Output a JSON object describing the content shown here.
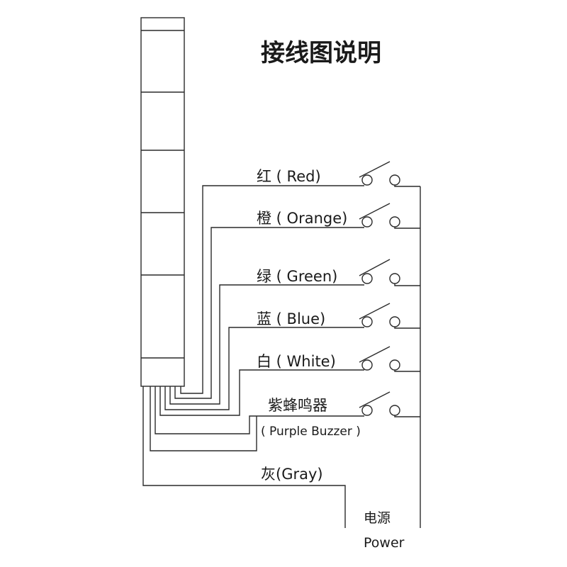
{
  "title": "接线图说明",
  "wires": [
    {
      "key": "red",
      "label": "红 ( Red)"
    },
    {
      "key": "orange",
      "label": "橙 ( Orange)"
    },
    {
      "key": "green",
      "label": "绿 ( Green)"
    },
    {
      "key": "blue",
      "label": "蓝 ( Blue)"
    },
    {
      "key": "white",
      "label": "白 ( White)"
    },
    {
      "key": "buzzer",
      "label": "紫蜂鸣器",
      "sublabel": "( Purple Buzzer )"
    }
  ],
  "gray_wire": {
    "label": "灰(Gray)"
  },
  "power": {
    "label_cn": "电源",
    "label_en": "Power"
  }
}
